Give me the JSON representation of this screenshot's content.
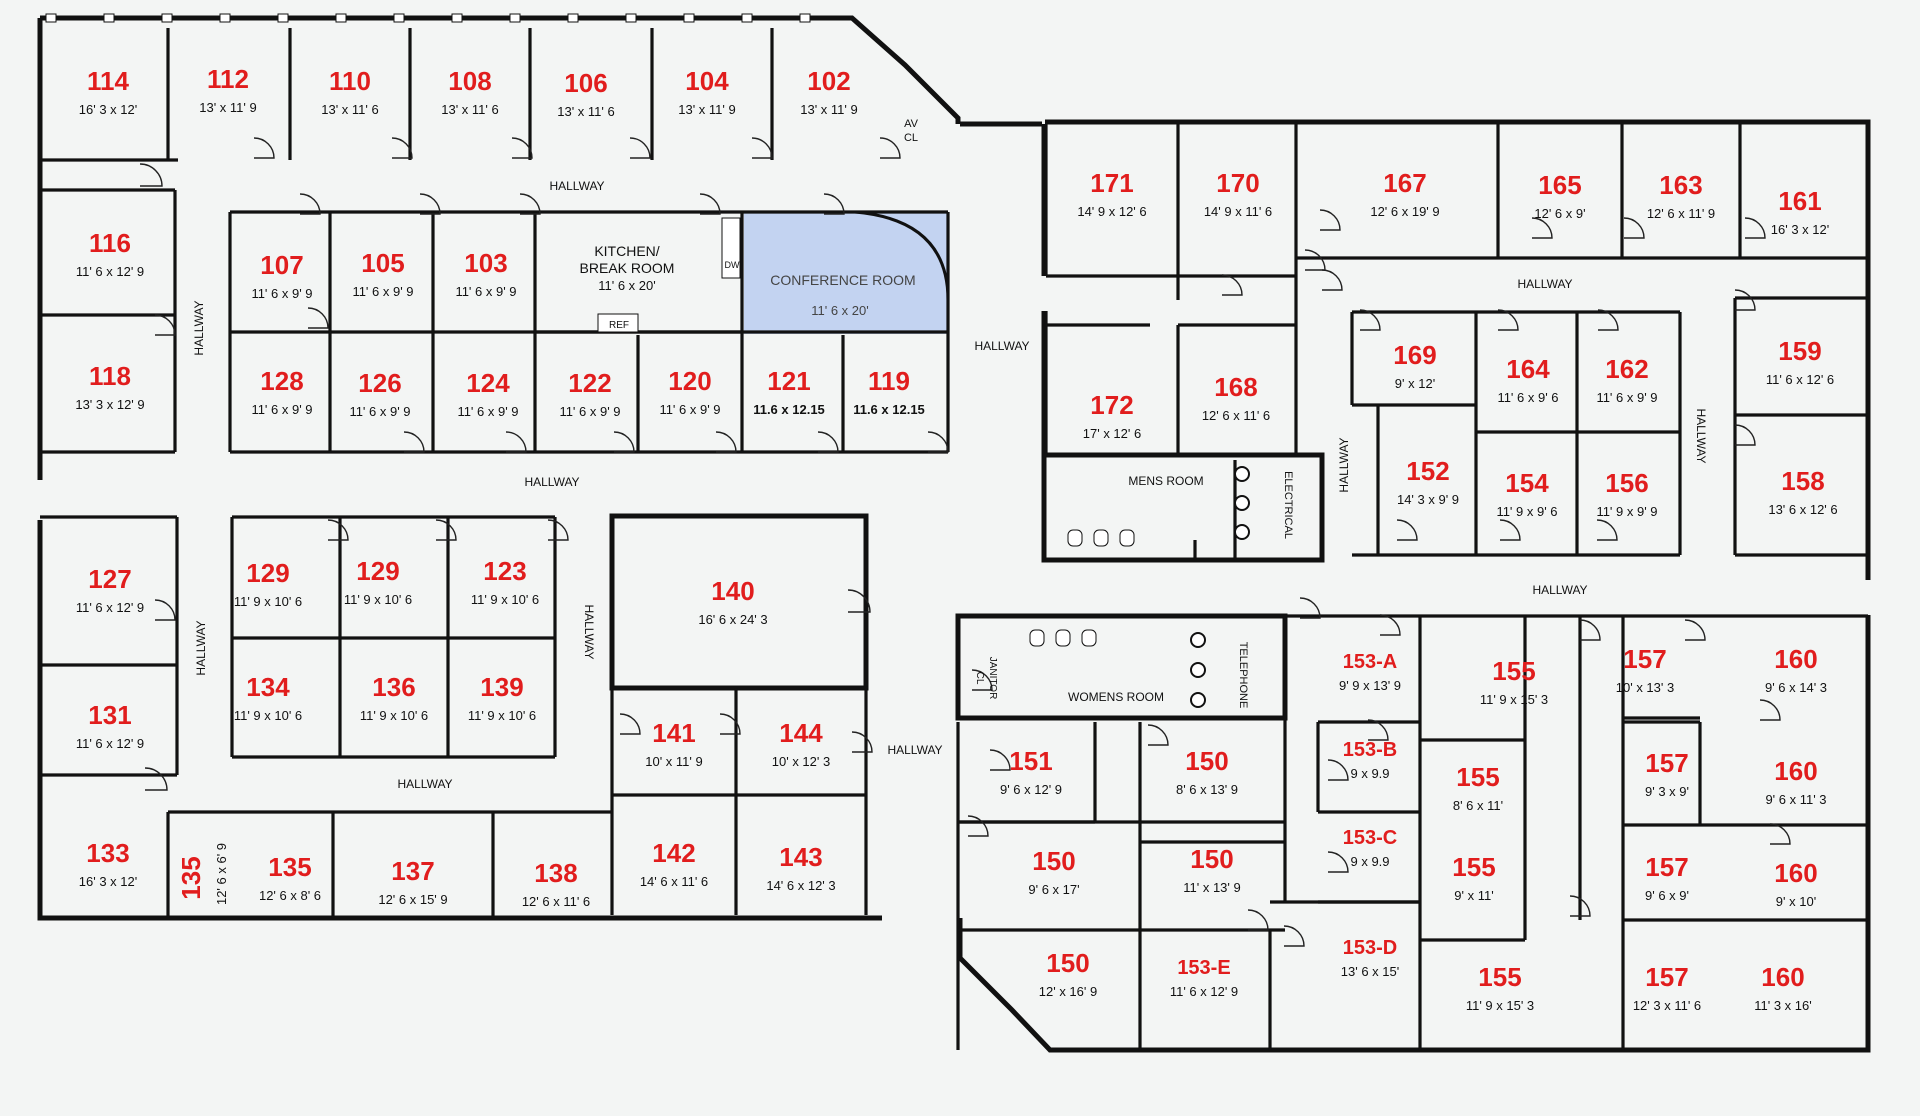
{
  "colors": {
    "background": "#f3f5f4",
    "wall": "#111111",
    "room_number": "#e11d1d",
    "conference_fill": "#c3d3f1"
  },
  "rooms": [
    {
      "num": "114",
      "dim": "16' 3 x 12'"
    },
    {
      "num": "112",
      "dim": "13' x 11' 9"
    },
    {
      "num": "110",
      "dim": "13' x 11' 6"
    },
    {
      "num": "108",
      "dim": "13' x 11' 6"
    },
    {
      "num": "106",
      "dim": "13' x 11' 6"
    },
    {
      "num": "104",
      "dim": "13' x 11' 9"
    },
    {
      "num": "102",
      "dim": "13' x 11' 9"
    },
    {
      "num": "116",
      "dim": "11' 6 x 12' 9"
    },
    {
      "num": "118",
      "dim": "13' 3 x 12' 9"
    },
    {
      "num": "107",
      "dim": "11' 6 x 9' 9"
    },
    {
      "num": "105",
      "dim": "11' 6 x 9' 9"
    },
    {
      "num": "103",
      "dim": "11' 6 x 9' 9"
    },
    {
      "num": "128",
      "dim": "11' 6 x 9' 9"
    },
    {
      "num": "126",
      "dim": "11' 6 x 9' 9"
    },
    {
      "num": "124",
      "dim": "11' 6 x 9' 9"
    },
    {
      "num": "122",
      "dim": "11' 6 x 9' 9"
    },
    {
      "num": "120",
      "dim": "11' 6 x 9' 9"
    },
    {
      "num": "121",
      "dim": "11.6 x 12.15"
    },
    {
      "num": "119",
      "dim": "11.6 x 12.15"
    },
    {
      "num": "171",
      "dim": "14' 9 x 12' 6"
    },
    {
      "num": "170",
      "dim": "14' 9 x 11' 6"
    },
    {
      "num": "167",
      "dim": "12' 6 x 19' 9"
    },
    {
      "num": "165",
      "dim": "12' 6 x 9'"
    },
    {
      "num": "163",
      "dim": "12' 6 x 11' 9"
    },
    {
      "num": "161",
      "dim": "16' 3 x 12'"
    },
    {
      "num": "172",
      "dim": "17' x 12' 6"
    },
    {
      "num": "168",
      "dim": "12' 6 x 11' 6"
    },
    {
      "num": "169",
      "dim": "9' x 12'"
    },
    {
      "num": "164",
      "dim": "11' 6 x 9' 6"
    },
    {
      "num": "162",
      "dim": "11' 6 x 9' 9"
    },
    {
      "num": "159",
      "dim": "11' 6 x 12' 6"
    },
    {
      "num": "152",
      "dim": "14' 3 x 9' 9"
    },
    {
      "num": "154",
      "dim": "11' 9 x 9' 6"
    },
    {
      "num": "156",
      "dim": "11' 9 x 9' 9"
    },
    {
      "num": "158",
      "dim": "13' 6 x 12' 6"
    },
    {
      "num": "127",
      "dim": "11' 6 x 12' 9"
    },
    {
      "num": "131",
      "dim": "11' 6 x 12' 9"
    },
    {
      "num": "129",
      "dim": "11' 9 x 10' 6"
    },
    {
      "num": "129",
      "dim": "11' 9 x 10' 6"
    },
    {
      "num": "123",
      "dim": "11' 9 x 10' 6"
    },
    {
      "num": "134",
      "dim": "11' 9 x 10' 6"
    },
    {
      "num": "136",
      "dim": "11' 9 x 10' 6"
    },
    {
      "num": "139",
      "dim": "11' 9 x 10' 6"
    },
    {
      "num": "140",
      "dim": "16' 6 x 24' 3"
    },
    {
      "num": "141",
      "dim": "10' x 11' 9"
    },
    {
      "num": "144",
      "dim": "10' x 12' 3"
    },
    {
      "num": "142",
      "dim": "14' 6 x 11' 6"
    },
    {
      "num": "143",
      "dim": "14' 6 x 12' 3"
    },
    {
      "num": "133",
      "dim": "16' 3 x 12'"
    },
    {
      "num": "135",
      "dim": "12' 6 x 6' 9"
    },
    {
      "num": "135",
      "dim": "12' 6 x 8' 6"
    },
    {
      "num": "137",
      "dim": "12' 6 x 15' 9"
    },
    {
      "num": "138",
      "dim": "12' 6 x 11' 6"
    },
    {
      "num": "151",
      "dim": "9' 6 x 12' 9"
    },
    {
      "num": "150",
      "dim": "8' 6 x 13' 9"
    },
    {
      "num": "150",
      "dim": "9' 6 x 17'"
    },
    {
      "num": "150",
      "dim": "11' x 13' 9"
    },
    {
      "num": "150",
      "dim": "12' x 16' 9"
    },
    {
      "num": "153-A",
      "dim": "9' 9 x 13' 9"
    },
    {
      "num": "153-B",
      "dim": "9 x 9.9"
    },
    {
      "num": "153-C",
      "dim": "9 x 9.9"
    },
    {
      "num": "153-D",
      "dim": "13' 6 x 15'"
    },
    {
      "num": "153-E",
      "dim": "11' 6 x 12' 9"
    },
    {
      "num": "155",
      "dim": "11' 9 x 15' 3"
    },
    {
      "num": "155",
      "dim": "8' 6 x 11'"
    },
    {
      "num": "155",
      "dim": "9' x 11'"
    },
    {
      "num": "155",
      "dim": "11' 9 x 15' 3"
    },
    {
      "num": "157",
      "dim": "10' x 13' 3"
    },
    {
      "num": "157",
      "dim": "9' 3 x 9'"
    },
    {
      "num": "157",
      "dim": "9' 6 x 9'"
    },
    {
      "num": "157",
      "dim": "12' 3 x 11' 6"
    },
    {
      "num": "160",
      "dim": "9' 6 x 14' 3"
    },
    {
      "num": "160",
      "dim": "9' 6 x 11' 3"
    },
    {
      "num": "160",
      "dim": "9' x 10'"
    },
    {
      "num": "160",
      "dim": "11' 3 x 16'"
    }
  ],
  "labels": {
    "hallway": "HALLWAY",
    "av_closet": [
      "AV",
      "CL"
    ],
    "kitchen": [
      "KITCHEN/",
      "BREAK ROOM",
      "11' 6 x 20'"
    ],
    "ref": "REF",
    "dw": "DW",
    "conference": [
      "CONFERENCE ROOM",
      "11' 6 x 20'"
    ],
    "mens_room": "MENS ROOM",
    "electrical": "ELECTRICAL",
    "womens_room": "WOMENS ROOM",
    "janitor": [
      "JANITOR",
      "CL"
    ],
    "telephone": "TELEPHONE"
  }
}
